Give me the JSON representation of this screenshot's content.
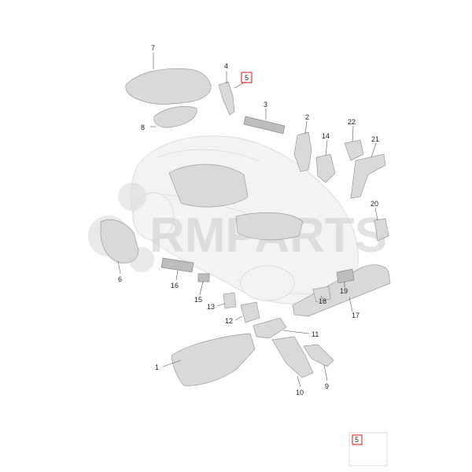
{
  "diagram": {
    "watermark_text": "RMPARTS",
    "callouts": [
      "1",
      "2",
      "3",
      "4",
      "5",
      "6",
      "7",
      "8",
      "9",
      "10",
      "11",
      "12",
      "13",
      "14",
      "15",
      "16",
      "17",
      "18",
      "19",
      "20",
      "21",
      "22"
    ],
    "highlighted_callout": "5",
    "legend_callout": "5",
    "accent_color": "#dd1111"
  }
}
